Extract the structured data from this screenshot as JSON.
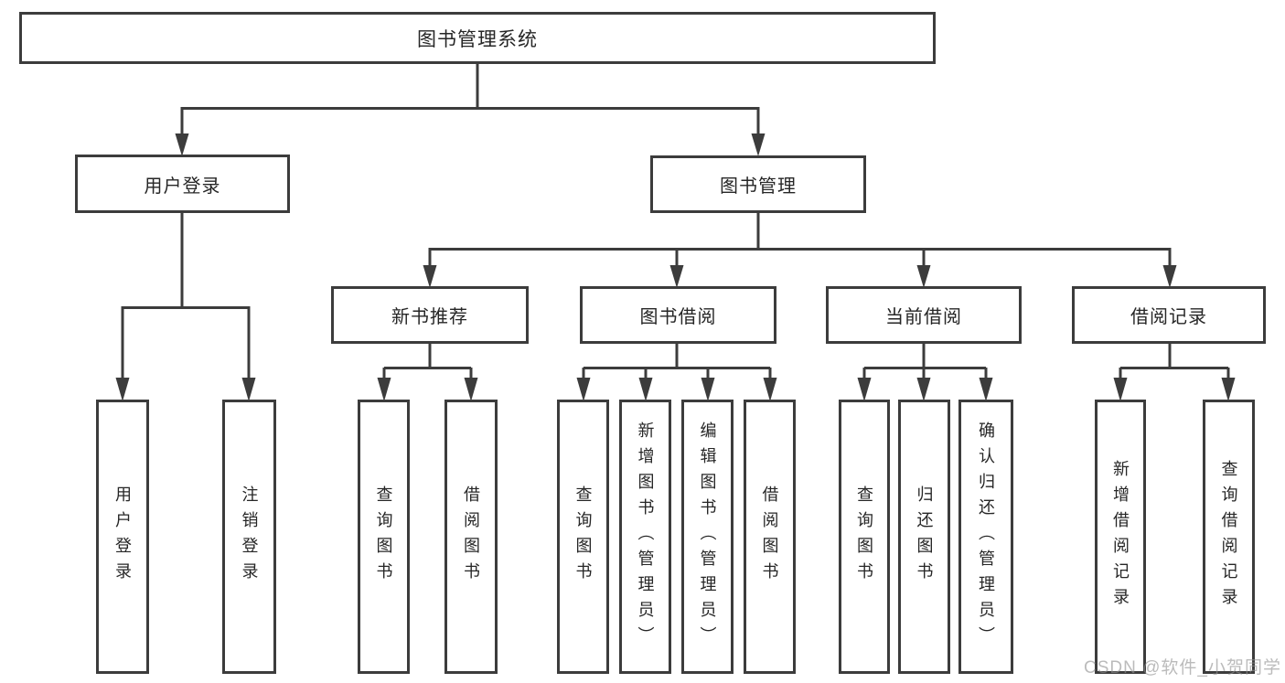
{
  "diagram": {
    "root": {
      "label": "图书管理系统"
    },
    "branches": [
      {
        "label": "用户登录",
        "children": [
          {
            "label": "用户登录"
          },
          {
            "label": "注销登录"
          }
        ]
      },
      {
        "label": "图书管理",
        "children": [
          {
            "label": "新书推荐",
            "children": [
              {
                "label": "查询图书"
              },
              {
                "label": "借阅图书"
              }
            ]
          },
          {
            "label": "图书借阅",
            "children": [
              {
                "label": "查询图书"
              },
              {
                "label": "新增图书（管理员）"
              },
              {
                "label": "编辑图书（管理员）"
              },
              {
                "label": "借阅图书"
              }
            ]
          },
          {
            "label": "当前借阅",
            "children": [
              {
                "label": "查询图书"
              },
              {
                "label": "归还图书"
              },
              {
                "label": "确认归还（管理员）"
              }
            ]
          },
          {
            "label": "借阅记录",
            "children": [
              {
                "label": "新增借阅记录"
              },
              {
                "label": "查询借阅记录"
              }
            ]
          }
        ]
      }
    ]
  },
  "watermark": {
    "text": "CSDN @软件_小贺同学"
  },
  "colors": {
    "background": "#ffffff",
    "line": "#3c3c3c",
    "box_border": "#3c3c3c",
    "text": "#262626",
    "watermark": "#919191"
  }
}
